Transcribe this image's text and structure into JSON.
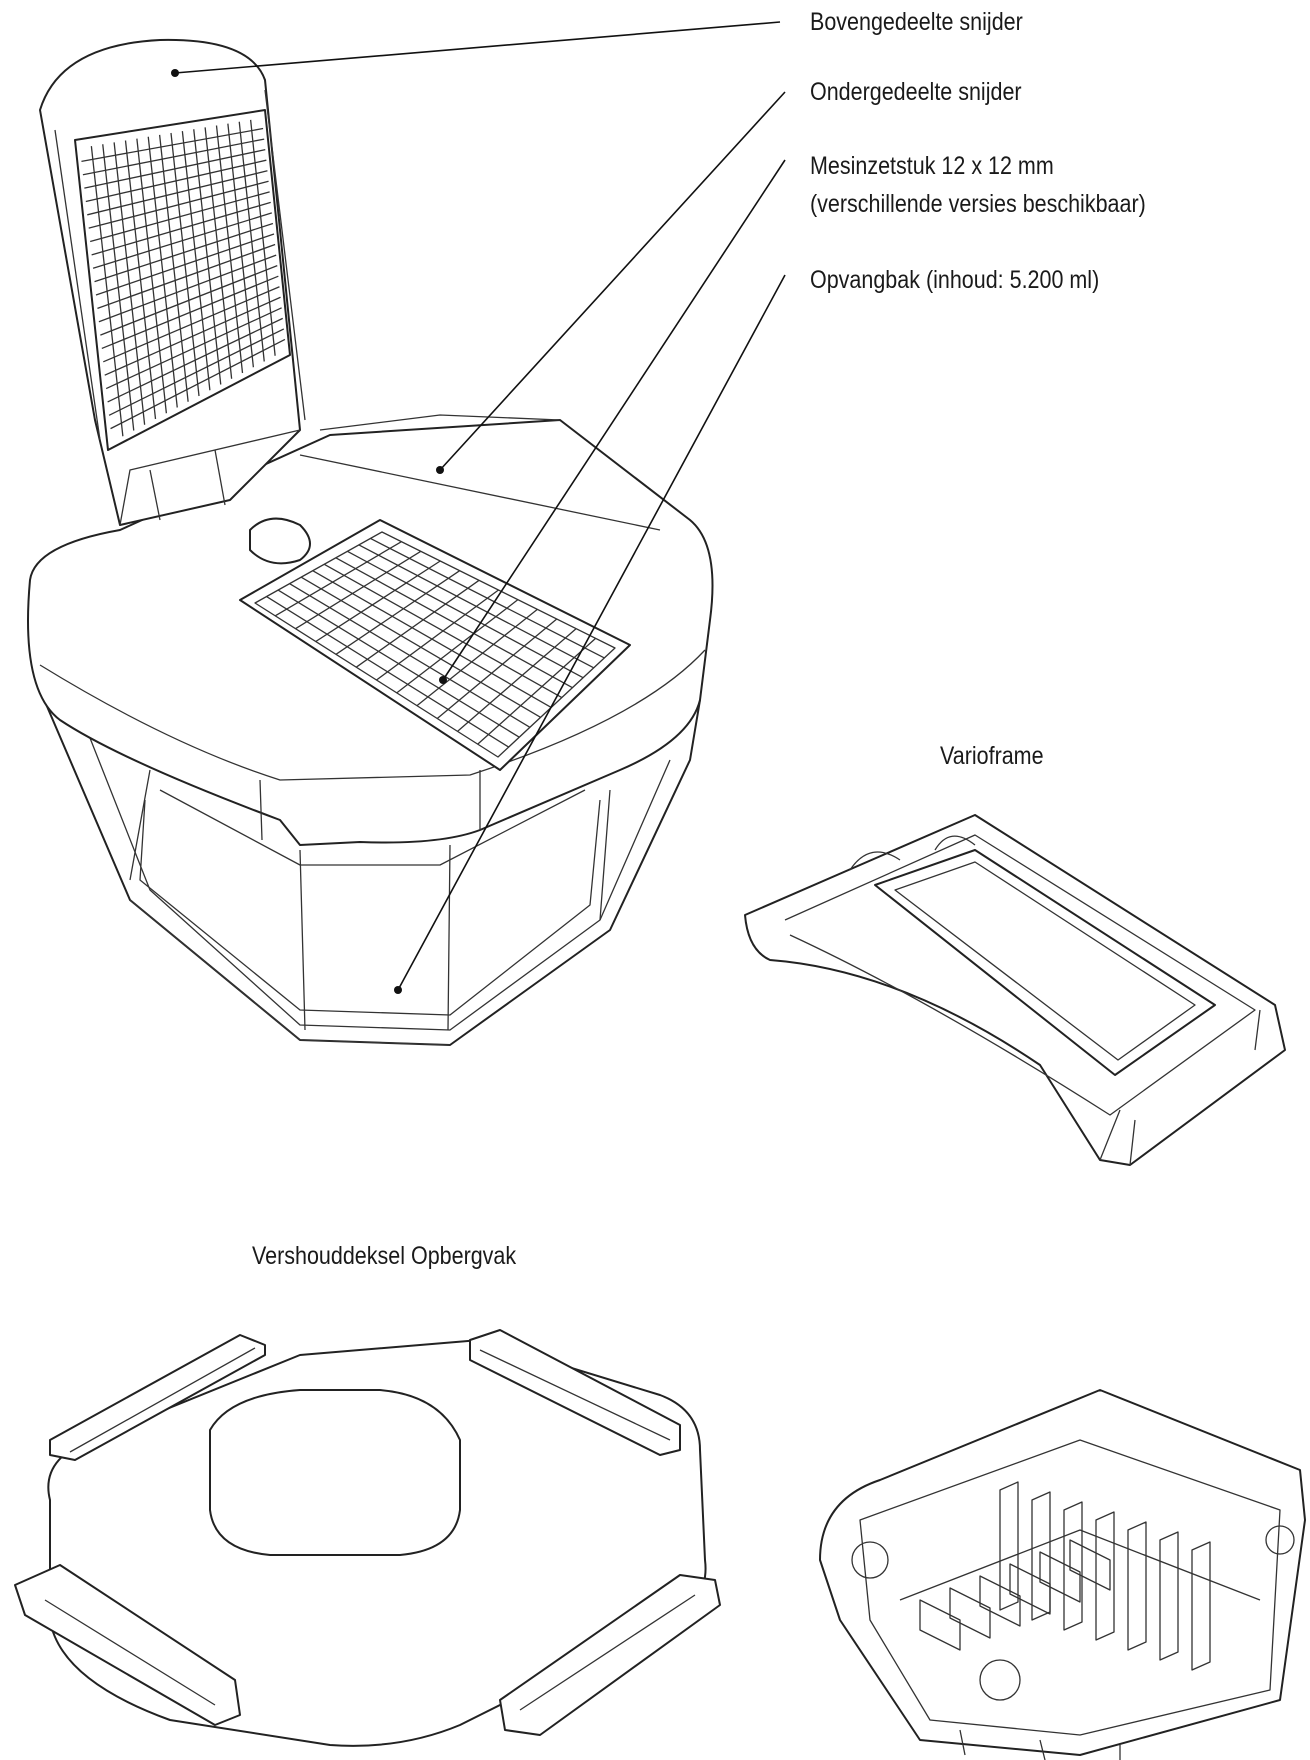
{
  "labels": {
    "bovengedeelte": "Bovengedeelte snijder",
    "ondergedeelte": "Ondergedeelte snijder",
    "mesinzetstuk_line1": "Mesinzetstuk 12 x 12 mm",
    "mesinzetstuk_line2": "(verschillende versies beschikbaar)",
    "opvangbak": "Opvangbak (inhoud: 5.200 ml)",
    "varioframe": "Varioframe",
    "vershouddeksel": "Vershouddeksel Opbergvak"
  }
}
